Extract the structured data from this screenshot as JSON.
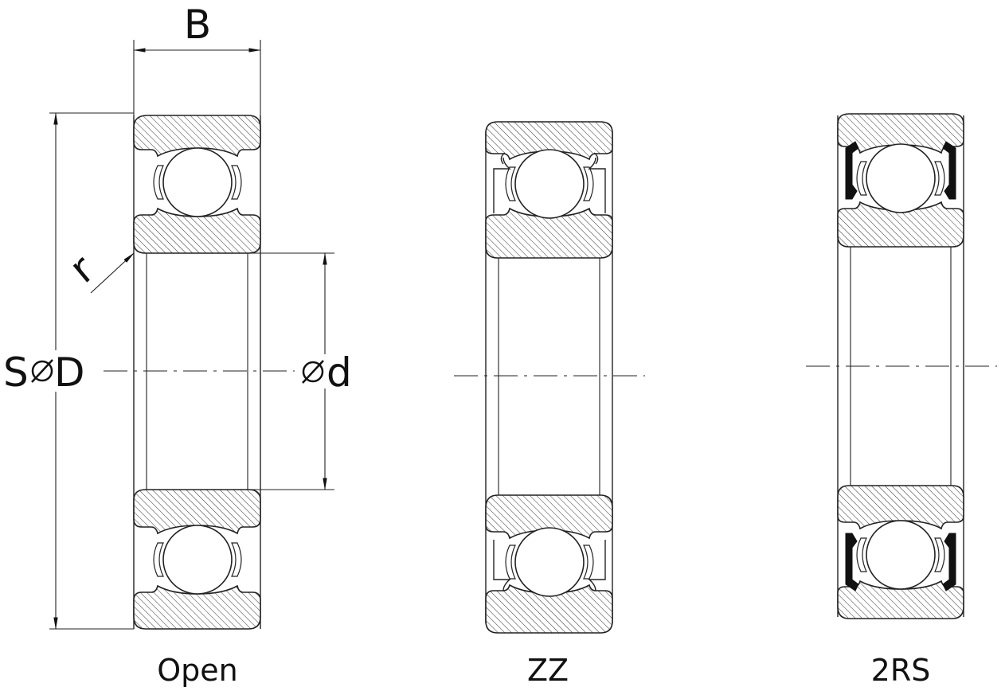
{
  "labels": {
    "width": "B",
    "outer_diameter_prefix": "S",
    "outer_diameter": "D",
    "bore_diameter": "d",
    "radius": "r"
  },
  "variants": [
    {
      "caption": "Open"
    },
    {
      "caption": "ZZ"
    },
    {
      "caption": "2RS"
    }
  ]
}
